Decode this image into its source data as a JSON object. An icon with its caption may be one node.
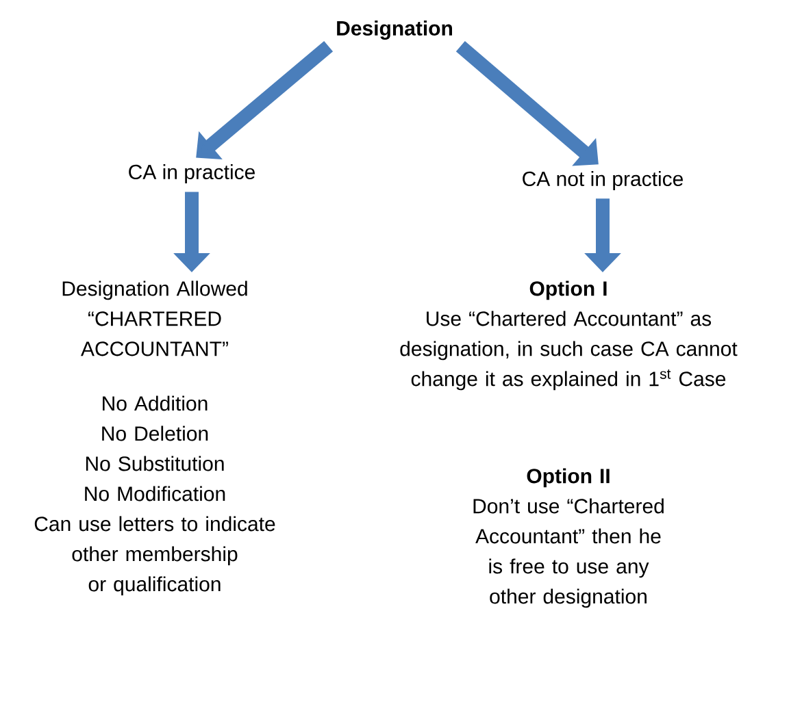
{
  "diagram": {
    "nodes": [
      {
        "text": [
          "Designation"
        ]
      },
      {
        "text": [
          "CA in practice"
        ]
      },
      {
        "text": [
          "CA not in practice"
        ]
      },
      {
        "text": [
          "Designation Allowed “CHARTERED ACCOUNTANT”",
          "No Addition",
          "No Deletion",
          "No Substitution",
          "No Modification",
          "Can use letters to indicate other membership or qualification"
        ]
      },
      {
        "text": [
          "Option I",
          "Use “Chartered Accountant” as designation, in such case CA cannot change it as explained in 1$^{st}$ Case"
        ]
      },
      {
        "text": [
          "Option II",
          "Don’t use “Chartered Accountant” then he is free to use any other designation"
        ]
      }
    ],
    "edges": [
      {
        "from": 0,
        "to": 1,
        "arrow": "to"
      },
      {
        "from": 0,
        "to": 2,
        "arrow": "to"
      },
      {
        "from": 1,
        "to": 3,
        "arrow": "to"
      },
      {
        "from": 2,
        "to": 4,
        "arrow": "to"
      }
    ]
  }
}
